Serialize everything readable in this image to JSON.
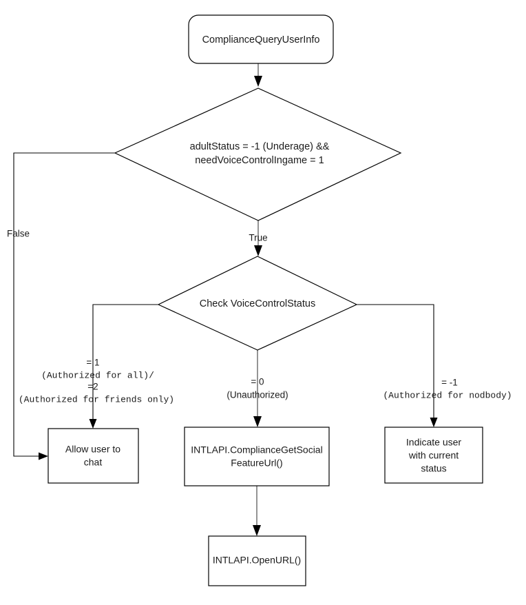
{
  "diagram": {
    "type": "flowchart",
    "title": "ComplianceQueryUserInfo voice control flow",
    "background_color": "#ffffff",
    "line_color": "#000000",
    "connector_color": "#7a7a7a",
    "text_color": "#1b1b1b"
  },
  "nodes": {
    "start": {
      "shape": "rounded-rectangle",
      "label": "ComplianceQueryUserInfo"
    },
    "decision_adult": {
      "shape": "diamond",
      "line1": "adultStatus = -1  (Underage)  &&",
      "line2": "needVoiceControlIngame = 1"
    },
    "decision_voice": {
      "shape": "diamond",
      "label": "Check VoiceControlStatus"
    },
    "allow_chat": {
      "shape": "rectangle",
      "line1": "Allow user to",
      "line2": "chat"
    },
    "get_social_url": {
      "shape": "rectangle",
      "line1": "INTLAPI.ComplianceGetSocial",
      "line2": "FeatureUrl()"
    },
    "indicate_status": {
      "shape": "rectangle",
      "line1": "Indicate user",
      "line2": "with current",
      "line3": "status"
    },
    "open_url": {
      "shape": "rectangle",
      "label": "INTLAPI.OpenURL()"
    }
  },
  "edges": {
    "start_to_decision": {
      "label": ""
    },
    "decision_false": {
      "label": "False"
    },
    "decision_true": {
      "label": "True"
    },
    "voice_authorized": {
      "line1": "= 1",
      "line2": "(Authorized for all)/",
      "line3": "=2",
      "line4": "(Authorized for friends only)"
    },
    "voice_unauthorized": {
      "line1": "= 0",
      "line2": "(Unauthorized)"
    },
    "voice_nobody": {
      "line1": "= -1",
      "line2": "(Authorized for nodbody)"
    }
  }
}
